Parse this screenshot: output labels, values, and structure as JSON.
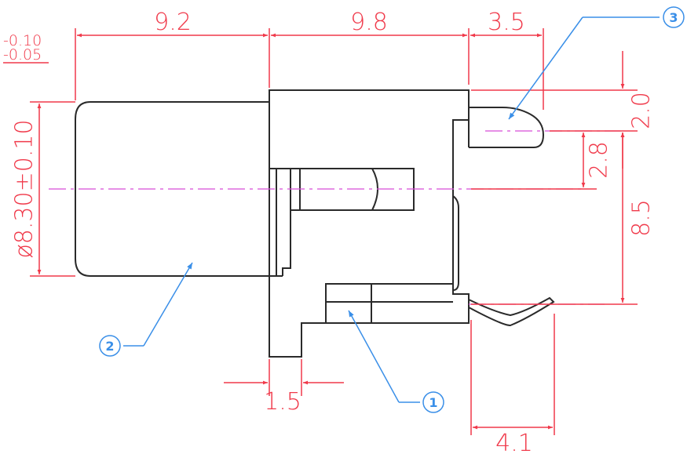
{
  "colors": {
    "outline": "#2a2a2a",
    "dimension": "#f0394a",
    "centerline": "#d84cd8",
    "callout": "#3a8fe8",
    "background": "#ffffff"
  },
  "dimensions": {
    "width_left": "9.2",
    "width_mid": "9.8",
    "width_right": "3.5",
    "tolerance_upper": "-0.10",
    "tolerance_lower": "-0.05",
    "diameter": "ø8.30±0.10",
    "top_offset": "2.0",
    "pin_offset": "2.8",
    "height": "8.5",
    "tab_width": "1.5",
    "pin_span": "4.1"
  },
  "callouts": {
    "one": "1",
    "two": "2",
    "three": "3"
  }
}
